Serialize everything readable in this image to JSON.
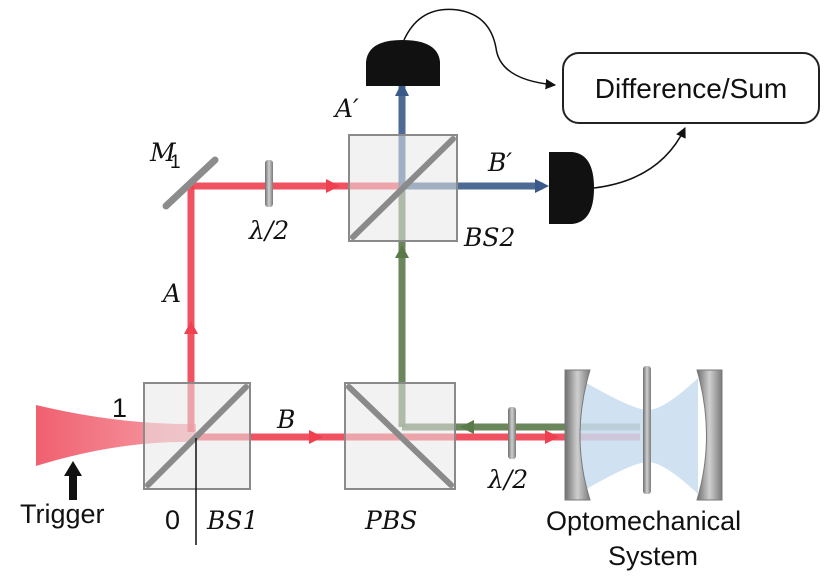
{
  "labels": {
    "m1": "M",
    "m1_sub": "1",
    "halfwave_top": "λ/2",
    "halfwave_bottom": "λ/2",
    "bs2": "BS2",
    "bs1": "BS1",
    "pbs": "PBS",
    "a": "A",
    "a_prime": "A′",
    "b": "B",
    "b_prime": "B′",
    "port_one": "1",
    "port_zero": "0",
    "trigger": "Trigger",
    "difference_sum": "Difference/Sum",
    "optomechanical_line1": "Optomechanical",
    "optomechanical_line2": "System"
  },
  "colors": {
    "red_beam": "#f04050",
    "green_beam": "#5a7a4a",
    "blue_beam": "#3a5a8a",
    "cavity_fill": "#c8dcef",
    "mirror_gray": "#8c8c8c",
    "detector": "#111111"
  }
}
